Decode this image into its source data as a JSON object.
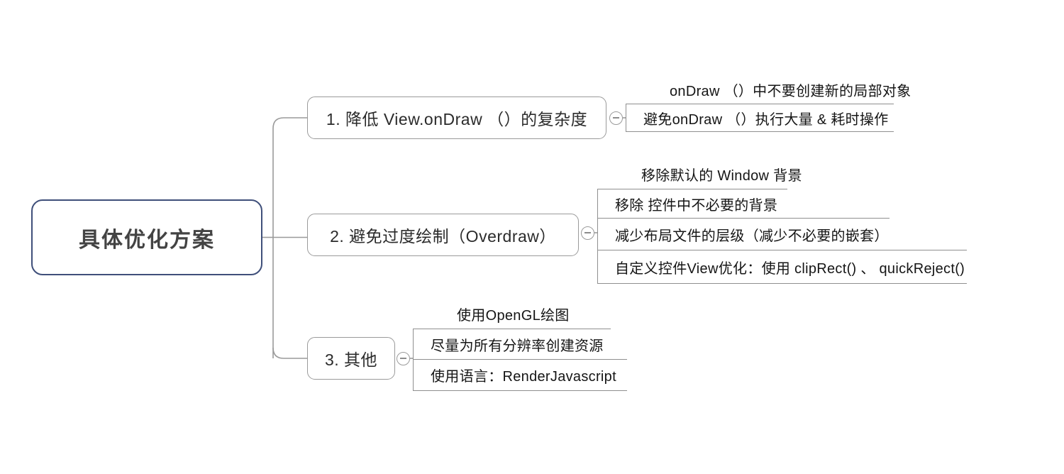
{
  "document": {
    "title": "具体优化方案",
    "type": "mindmap"
  },
  "colors": {
    "root_border": "#3f4f7a",
    "branch_border": "#9a9a9a",
    "leaf_border": "#8f8f8f",
    "connector": "#9a9a9a",
    "root_text": "#434343",
    "branch_text": "#2b2b2b",
    "leaf_text": "#151515",
    "background": "#ffffff"
  },
  "root": {
    "label": "具体优化方案"
  },
  "branches": [
    {
      "id": "branch-1",
      "label": "1. 降低 View.onDraw （）的复杂度",
      "toggle_icon": "collapse-minus-icon",
      "toggle_state": "expanded",
      "leaves": [
        {
          "label": "onDraw （）中不要创建新的局部对象"
        },
        {
          "label": "避免onDraw （）执行大量 & 耗时操作"
        }
      ]
    },
    {
      "id": "branch-2",
      "label": "2. 避免过度绘制（Overdraw）",
      "toggle_icon": "collapse-minus-icon",
      "toggle_state": "expanded",
      "leaves": [
        {
          "label": "移除默认的 Window 背景"
        },
        {
          "label": "移除 控件中不必要的背景"
        },
        {
          "label": "减少布局文件的层级（减少不必要的嵌套）"
        },
        {
          "label": "自定义控件View优化：使用 clipRect() 、 quickReject()"
        }
      ]
    },
    {
      "id": "branch-3",
      "label": "3. 其他",
      "toggle_icon": "collapse-minus-icon",
      "toggle_state": "expanded",
      "leaves": [
        {
          "label": "使用OpenGL绘图"
        },
        {
          "label": "尽量为所有分辨率创建资源"
        },
        {
          "label": "使用语言：RenderJavascript"
        }
      ]
    }
  ]
}
